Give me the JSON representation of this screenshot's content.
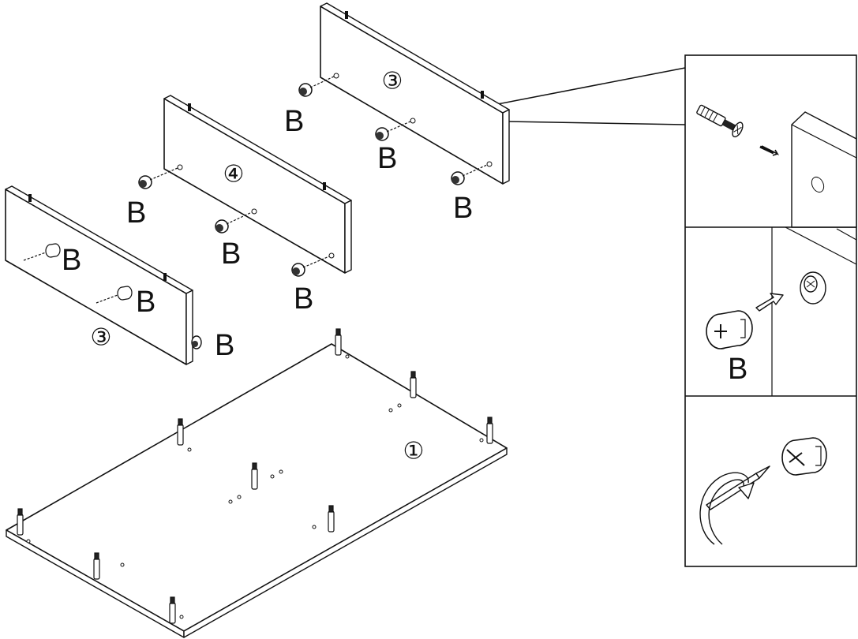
{
  "labels": {
    "fitting": "B",
    "part_base": "①",
    "part_side": "③",
    "part_back": "④"
  },
  "colors": {
    "line": "#111111",
    "background": "#ffffff"
  },
  "icons": [
    "cam-dowel-icon",
    "cam-lock-icon",
    "screwdriver-icon",
    "rotate-arrow-icon",
    "insert-arrow-icon"
  ]
}
